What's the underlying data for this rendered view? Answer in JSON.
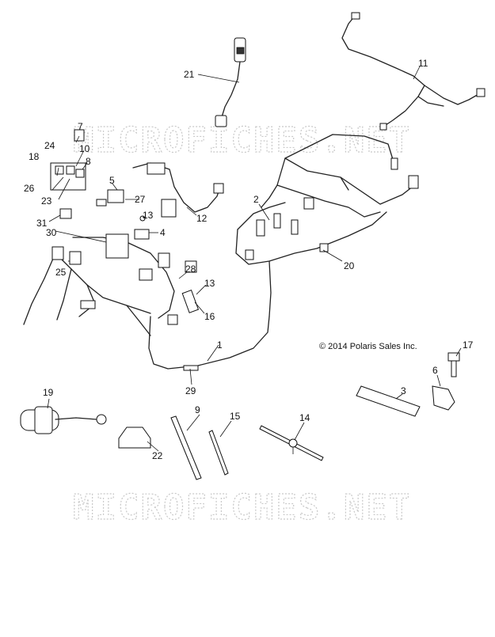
{
  "copyright": "© 2014 Polaris Sales Inc.",
  "watermark": "MICROFICHES.NET",
  "callouts": {
    "c1": "1",
    "c2": "2",
    "c3": "3",
    "c4": "4",
    "c5": "5",
    "c6": "6",
    "c7": "7",
    "c8": "8",
    "c9": "9",
    "c10": "10",
    "c11": "11",
    "c12": "12",
    "c13a": "13",
    "c13b": "13",
    "c14": "14",
    "c15": "15",
    "c16": "16",
    "c17": "17",
    "c18": "18",
    "c19": "19",
    "c20": "20",
    "c21": "21",
    "c22": "22",
    "c23": "23",
    "c24": "24",
    "c25": "25",
    "c26": "26",
    "c27": "27",
    "c28": "28",
    "c29": "29",
    "c30": "30",
    "c31": "31"
  }
}
